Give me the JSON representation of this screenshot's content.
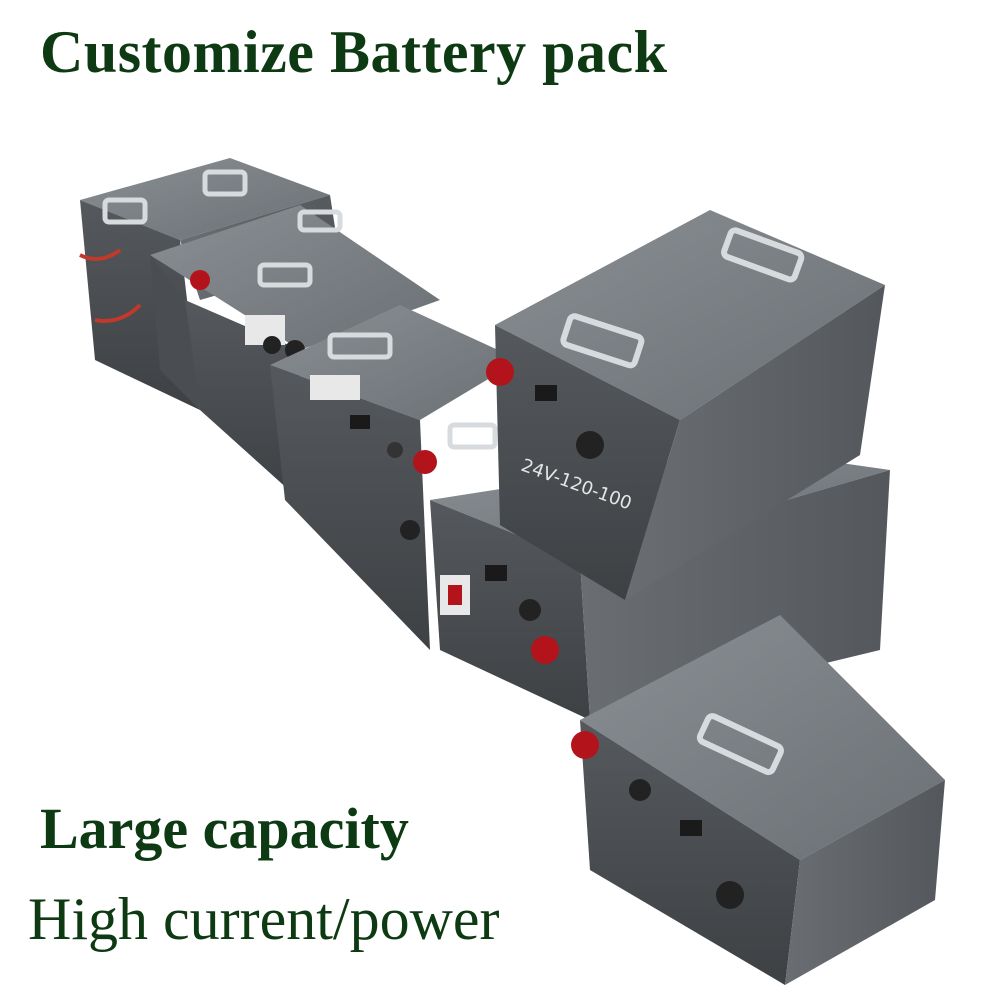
{
  "headline": "Customize Battery pack",
  "feature_1": "Large capacity",
  "feature_2": "High current/power",
  "handwritten_label": "24V-120-100",
  "colors": {
    "text_green": "#0d3a12",
    "case_gray": "#5e6266",
    "terminal_red": "#b3141b",
    "handle_chrome": "#d8dbde"
  }
}
